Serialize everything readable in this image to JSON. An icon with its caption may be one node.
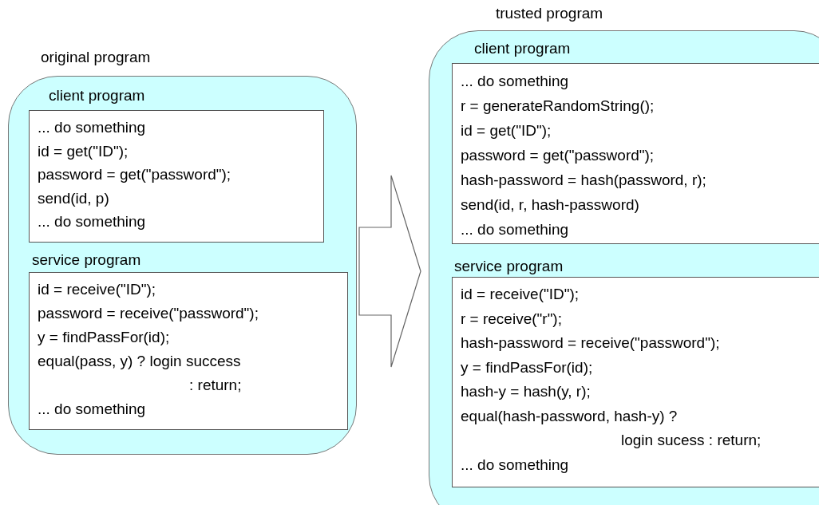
{
  "diagram": {
    "nodes": [
      {
        "text": [
          "original program"
        ]
      },
      {
        "text": [
          "client program",
          "... do something",
          "id = get(\"ID\");",
          "password = get(\"password\");",
          "send(id, p)",
          "... do something"
        ],
        "in": 0
      },
      {
        "text": [
          "service program",
          "id = receive(\"ID\");",
          "password = receive(\"password\");",
          "y = findPassFor(id);",
          "equal(pass, y) ? login success",
          ": return;",
          "... do something"
        ],
        "in": 0
      },
      {
        "text": [
          "trusted program"
        ]
      },
      {
        "text": [
          "client program",
          "... do something",
          "r = generateRandomString();",
          "id = get(\"ID\");",
          "password = get(\"password\");",
          "hash-password = hash(password, r);",
          "send(id, r, hash-password)",
          "... do something"
        ],
        "in": 3
      },
      {
        "text": [
          "service program",
          "id = receive(\"ID\");",
          "r = receive(\"r\");",
          "hash-password = receive(\"password\");",
          "y = findPassFor(id);",
          "hash-y = hash(y, r);",
          "equal(hash-password, hash-y) ?",
          "login sucess : return;",
          "... do something"
        ],
        "in": 3
      }
    ],
    "edges": [
      {
        "from": 0,
        "to": 3,
        "arrow": "to"
      }
    ]
  }
}
